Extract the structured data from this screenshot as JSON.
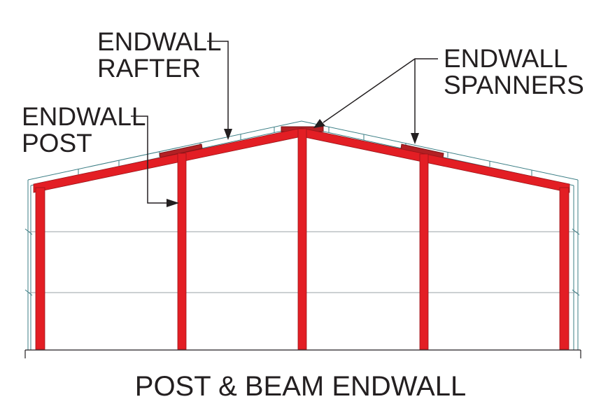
{
  "labels": {
    "rafter": [
      "ENDWALL",
      "RAFTER"
    ],
    "post": [
      "ENDWALL",
      "POST"
    ],
    "spanners": [
      "ENDWALL",
      "SPANNERS"
    ]
  },
  "caption": "POST & BEAM ENDWALL",
  "colors": {
    "frame": "#e31e24",
    "spanner": "#b32024",
    "outline": "#3d7f86",
    "girt": "#9aa0a6",
    "leader": "#231f20"
  }
}
